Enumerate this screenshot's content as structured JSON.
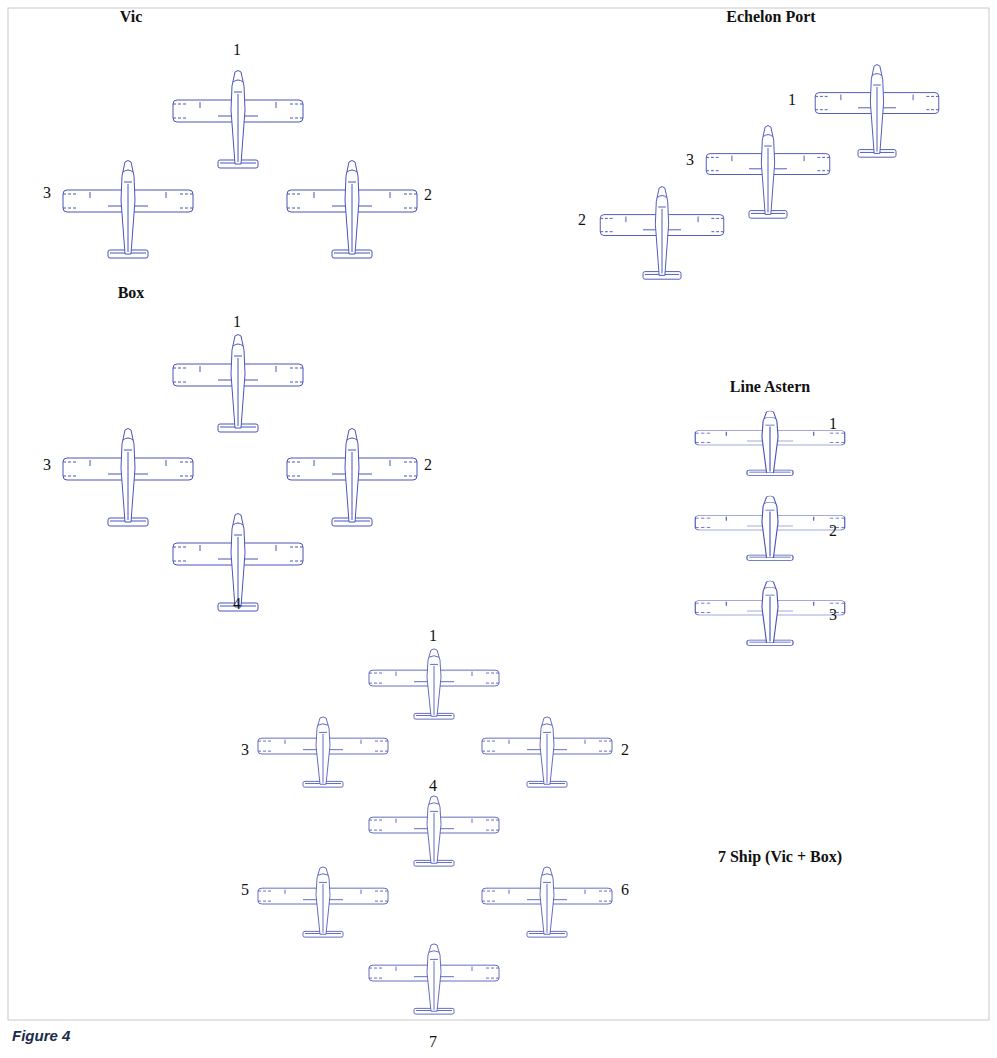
{
  "diagram": {
    "caption": "Figure 4",
    "labels": [
      "Vic",
      "1",
      "3",
      "2",
      "Echelon Port",
      "1",
      "3",
      "2",
      "Box",
      "1",
      "3",
      "2",
      "4",
      "Line Astern",
      "1",
      "2",
      "3",
      "1",
      "3",
      "2",
      "4",
      "5",
      "6",
      "7",
      "7 Ship (Vic + Box)"
    ]
  }
}
